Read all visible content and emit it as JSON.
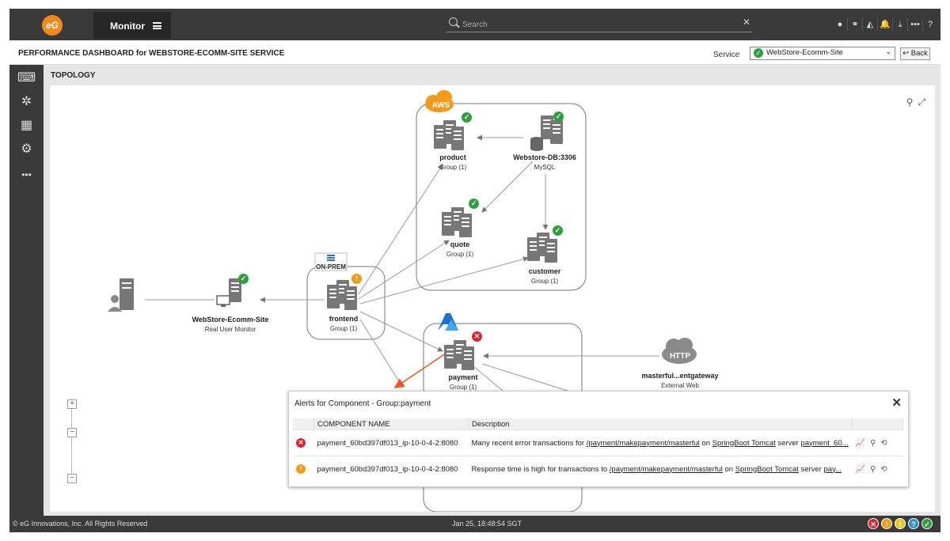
{
  "topbar": {
    "logo_text": "eG",
    "monitor_tab_label": "Monitor",
    "search_placeholder": "Search",
    "search_clear": "✕",
    "icons": [
      "user-icon",
      "link-icon",
      "topology-icon",
      "bell-icon",
      "download-icon",
      "more-icon",
      "help-icon"
    ],
    "icon_glyphs": [
      "●",
      "⚭",
      "◭",
      "🔔",
      "⤓",
      "•••",
      "?"
    ]
  },
  "header": {
    "title": "PERFORMANCE DASHBOARD for WEBSTORE-ECOMM-SITE SERVICE",
    "service_label": "Service",
    "service_value": "WebStore-Ecomm-Site",
    "back_label": "Back"
  },
  "sidebar": {
    "items": [
      "dashboard-icon",
      "topology-icon",
      "tiles-icon",
      "monitor-settings-icon",
      "more-icon"
    ],
    "glyphs": [
      "⌨",
      "✲",
      "▦",
      "⚙",
      "•••"
    ]
  },
  "topology": {
    "title": "TOPOLOGY",
    "clouds": {
      "aws": "AWS",
      "onprem": "ON-PREM"
    },
    "nodes": [
      {
        "name": "product",
        "sub": "Group (1)",
        "status": "ok"
      },
      {
        "name": "Webstore-DB:3306",
        "sub": "MySQL",
        "status": "ok"
      },
      {
        "name": "quote",
        "sub": "Group (1)",
        "status": "ok"
      },
      {
        "name": "customer",
        "sub": "Group (1)",
        "status": "ok"
      },
      {
        "name": "frontend",
        "sub": "Group (1)",
        "status": "warn"
      },
      {
        "name": "WebStore-Ecomm-Site",
        "sub": "Real User Monitor",
        "status": "ok"
      },
      {
        "name": "payment",
        "sub": "Group (1)",
        "status": "err"
      },
      {
        "name": "masterful...entgateway",
        "sub": "External Web",
        "status": "none"
      }
    ],
    "http_label": "HTTP",
    "zoom_in": "+",
    "zoom_out": "−",
    "zoom_mid": "−"
  },
  "alerts": {
    "title": "Alerts for Component - Group:payment",
    "close": "✕",
    "columns": [
      "COMPONENT NAME",
      "Description"
    ],
    "rows": [
      {
        "severity": "err",
        "component": "payment_60bd397df013_ip-10-0-4-2:8080",
        "desc_pre": "Many recent error transactions for ",
        "desc_link1": "/payment/makepayment/masterful",
        "desc_mid": " on ",
        "desc_link2": "SpringBoot Tomcat",
        "desc_mid2": " server ",
        "desc_link3": "payment_60..."
      },
      {
        "severity": "warn",
        "component": "payment_60bd397df013_ip-10-0-4-2:8080",
        "desc_pre": "Response time is high for transactions to ",
        "desc_link1": "/payment/makepayment/masterful",
        "desc_mid": " on ",
        "desc_link2": "SpringBoot Tomcat",
        "desc_mid2": " server ",
        "desc_link3": "pay..."
      }
    ]
  },
  "footer": {
    "copyright": "© eG Innovations, Inc. All Rights Reserved",
    "timestamp": "Jan 25, 18:48:54 SGT",
    "status_icons": [
      "✕",
      "!",
      "i",
      "?",
      "✓"
    ],
    "colors": {
      "critical": "#d9262f",
      "major": "#f29a1a",
      "minor": "#e8c81e",
      "info": "#2f8fd8",
      "normal": "#2e9e3e"
    }
  }
}
